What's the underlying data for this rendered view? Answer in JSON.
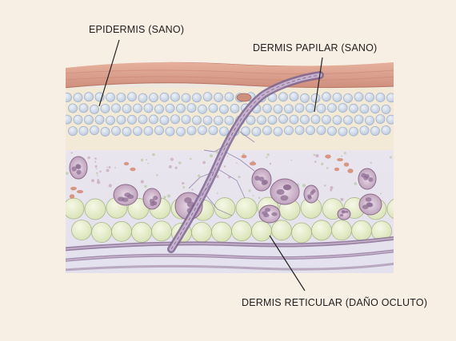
{
  "labels": {
    "epidermis": "EPIDERMIS (SANO)",
    "papillary_dermis": "DERMIS PAPILAR (SANO)",
    "reticular_dermis": "DERMIS RETICULAR (DAÑO OCLUTO)"
  },
  "colors": {
    "background": "#f8efe4",
    "epidermis": "#d9a08c",
    "papillary_cells": "#c9d6e6",
    "dermis_matrix": "#e7e4f0",
    "nuclei": "#9d7f9c",
    "reticular_cells": "#e8eecf",
    "vessel": "#8c7296",
    "hemorrhage": "#d58a72"
  }
}
